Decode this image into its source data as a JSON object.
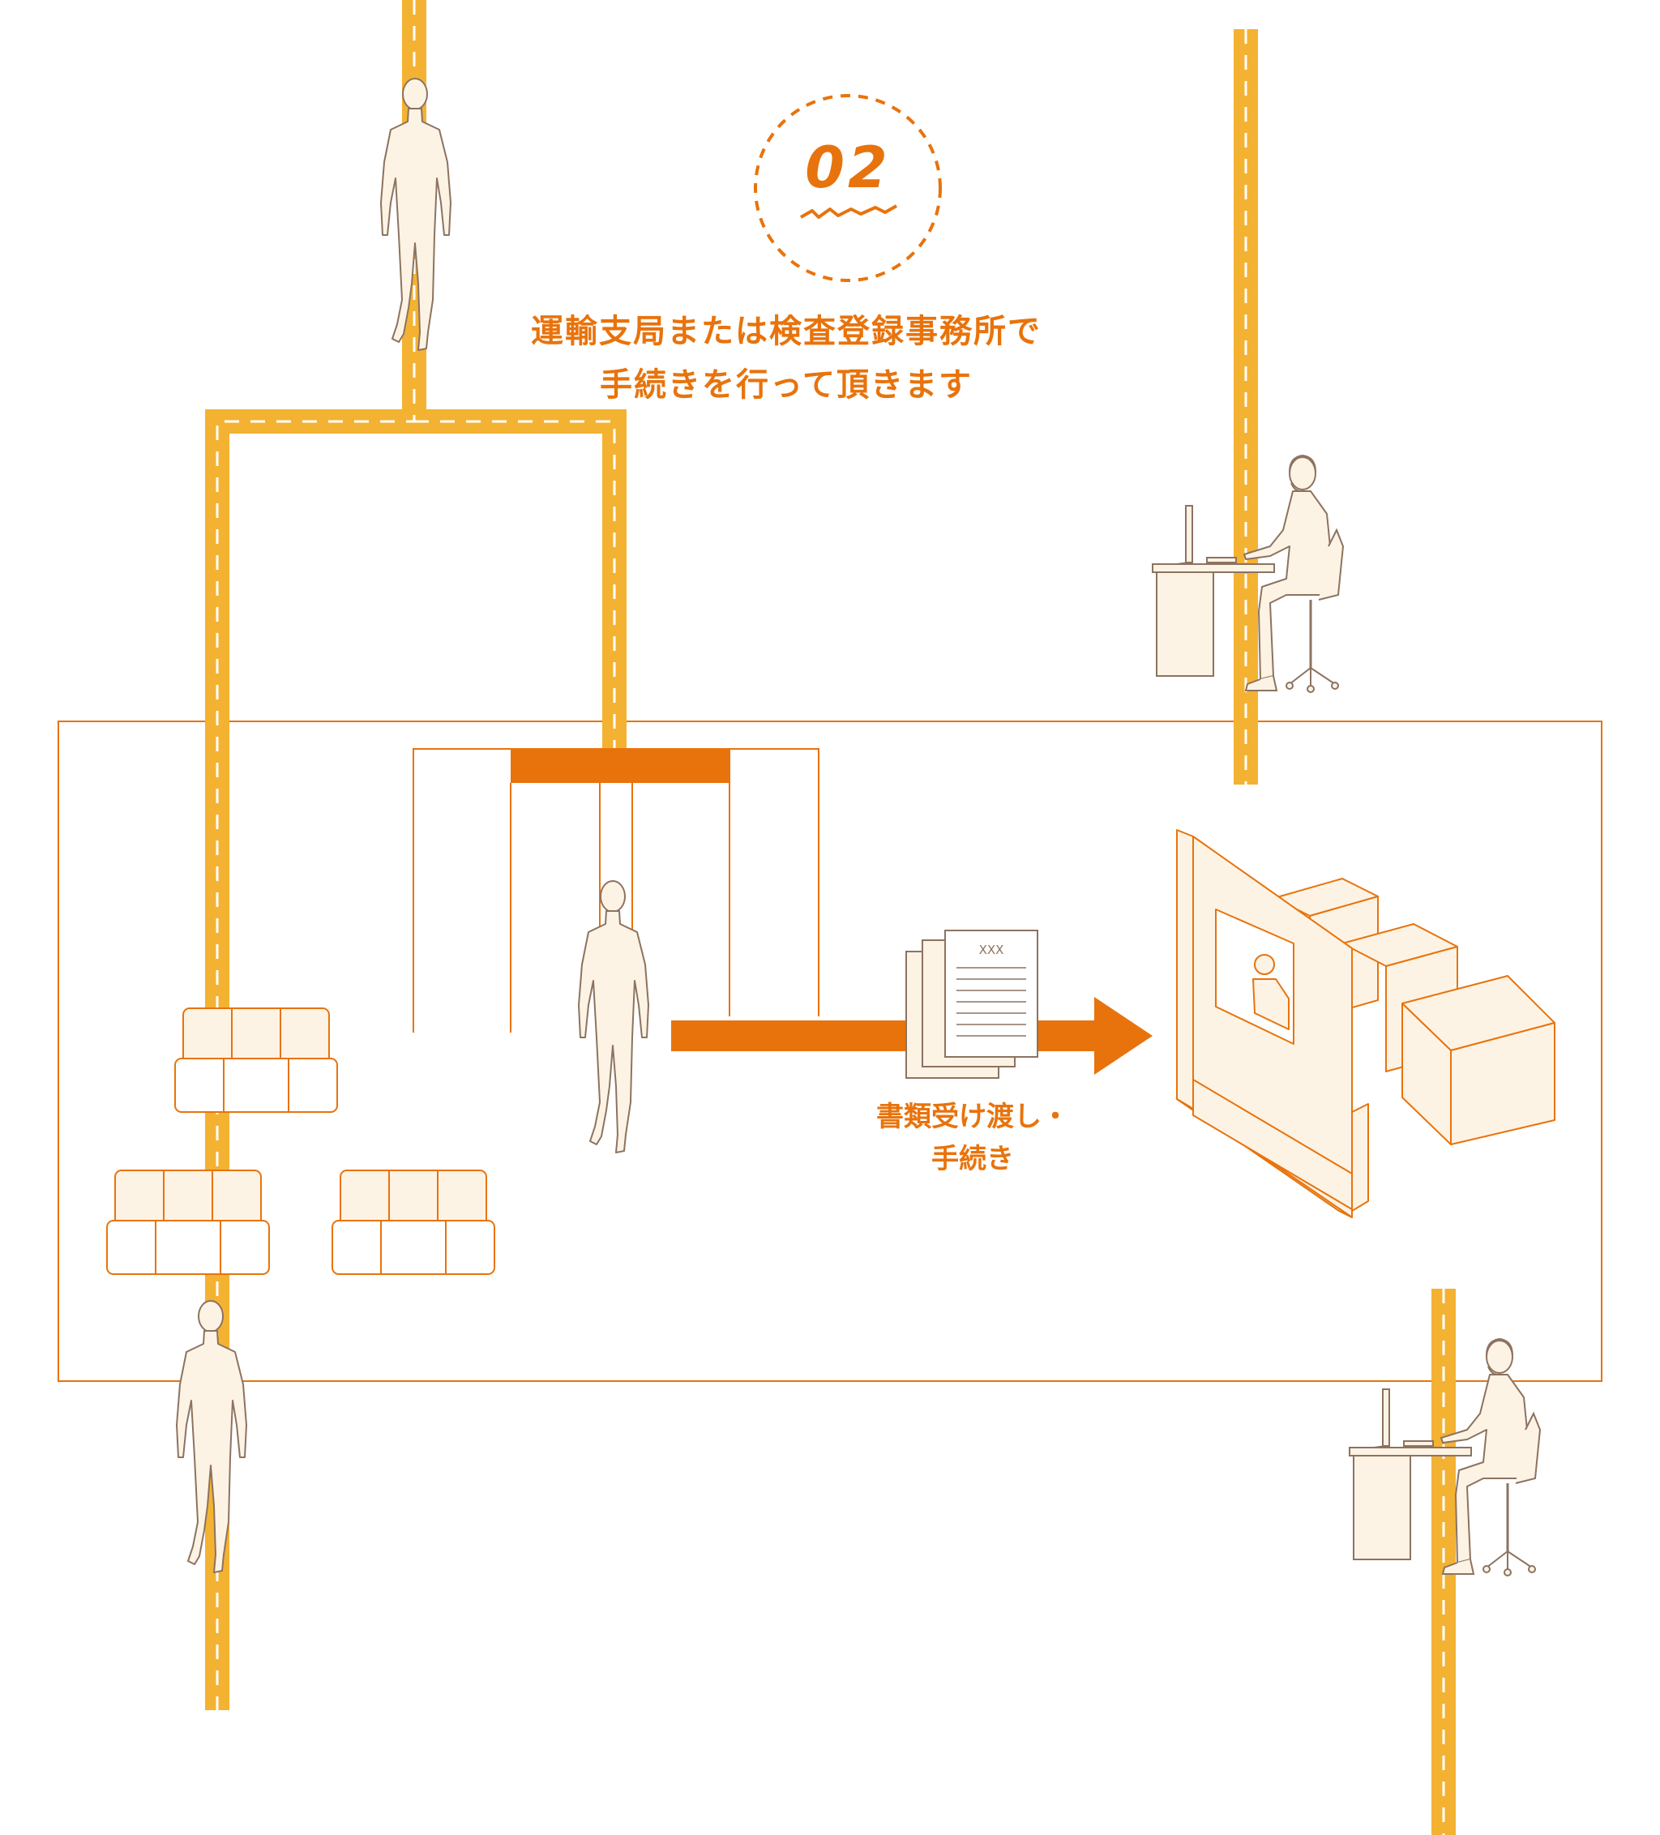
{
  "step": {
    "number": "02",
    "caption_line1": "運輸支局または検査登録事務所で",
    "caption_line2": "手続きを行って頂きます"
  },
  "transfer": {
    "line1": "書類受け渡し・",
    "line2": "手続き"
  },
  "document": {
    "mark": "XXX"
  },
  "colors": {
    "accent": "#e8730c",
    "path": "#f4b232",
    "figure_fill": "#fdf3e4",
    "figure_stroke": "#8c7360"
  }
}
